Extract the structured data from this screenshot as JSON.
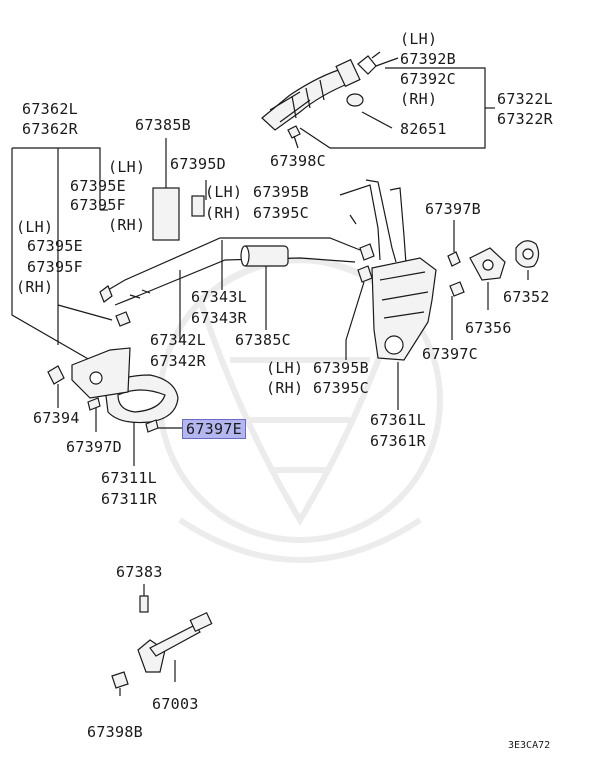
{
  "diagram": {
    "part_numbers": {
      "p67392b": "67392B",
      "p67392c": "67392C",
      "p67322l": "67322L",
      "p67322r": "67322R",
      "p82651": "82651",
      "p67362l": "67362L",
      "p67362r": "67362R",
      "p67385b": "67385B",
      "p67395d": "67395D",
      "p67398c": "67398C",
      "p67395e_top": "67395E",
      "p67395f_top": "67395F",
      "p67395b_top": "67395B",
      "p67395c_top": "67395C",
      "p67397b": "67397B",
      "p67395e": "67395E",
      "p67395f": "67395F",
      "p67352": "67352",
      "p67343l": "67343L",
      "p67343r": "67343R",
      "p67356": "67356",
      "p67342l": "67342L",
      "p67342r": "67342R",
      "p67385c": "67385C",
      "p67397c": "67397C",
      "p67395b": "67395B",
      "p67395c": "67395C",
      "p67394": "67394",
      "p67397e": "67397E",
      "p67361l": "67361L",
      "p67361r": "67361R",
      "p67397d": "67397D",
      "p67311l": "67311L",
      "p67311r": "67311R",
      "p67383": "67383",
      "p67003": "67003",
      "p67398b": "67398B"
    },
    "side_labels": {
      "lh": "(LH)",
      "rh": "(RH)"
    },
    "diagram_code": "3E3CA72",
    "highlight_color": "#b4b6f0"
  }
}
